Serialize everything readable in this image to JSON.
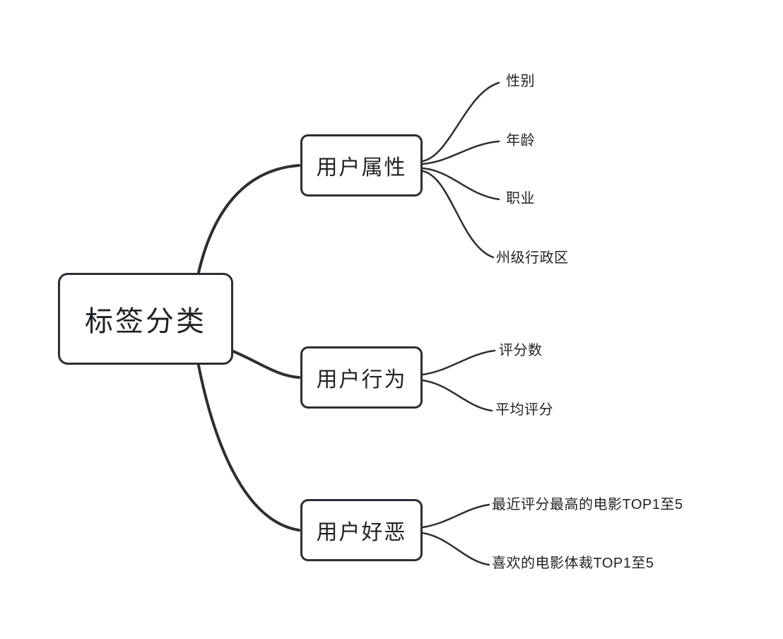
{
  "diagram": {
    "background": "#ffffff",
    "line_color": "#2b2f33",
    "text_color": "#1e2226",
    "root": {
      "label": "标签分类"
    },
    "branches": [
      {
        "label": "用户属性",
        "children": [
          {
            "label": "性别"
          },
          {
            "label": "年龄"
          },
          {
            "label": "职业"
          },
          {
            "label": "州级行政区"
          }
        ]
      },
      {
        "label": "用户行为",
        "children": [
          {
            "label": "评分数"
          },
          {
            "label": "平均评分"
          }
        ]
      },
      {
        "label": "用户好恶",
        "children": [
          {
            "label": "最近评分最高的电影TOP1至5"
          },
          {
            "label": "喜欢的电影体裁TOP1至5"
          }
        ]
      }
    ]
  }
}
